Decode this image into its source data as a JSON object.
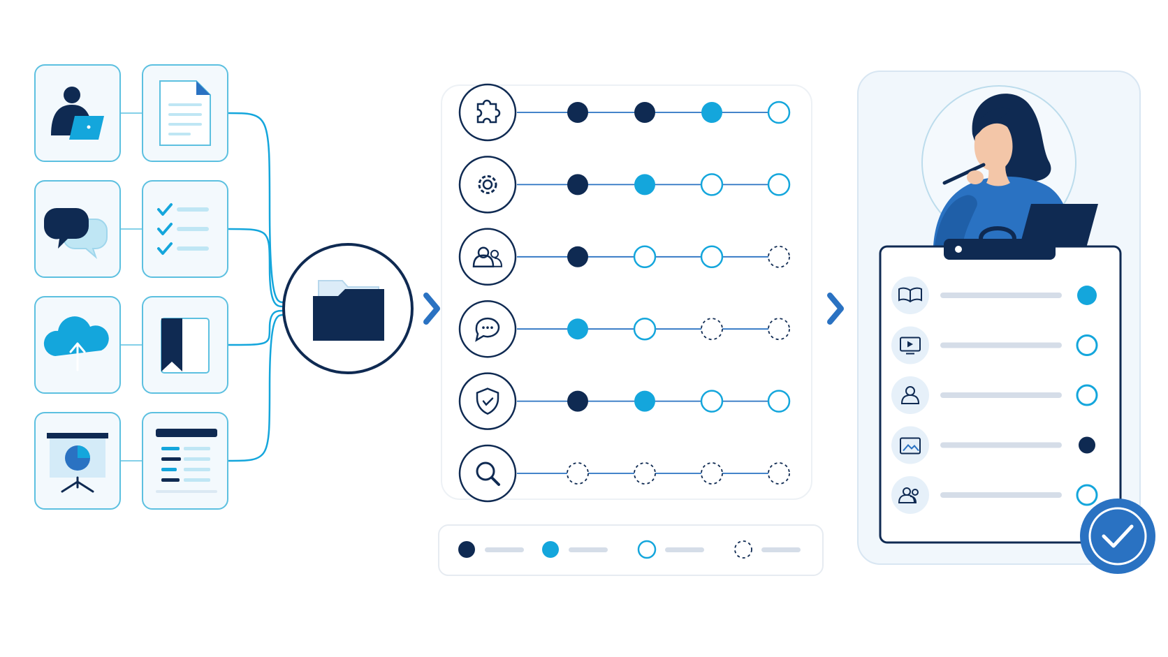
{
  "colors": {
    "navy": "#0f2a52",
    "cyan": "#14a6dc",
    "cyan_light": "#bfe6f4",
    "card_bg": "#f3f9fd",
    "card_stroke": "#5cc0e0",
    "line_gray": "#d5dde8",
    "blue": "#2a72c2"
  },
  "sources": [
    {
      "icon": "person-laptop-icon"
    },
    {
      "icon": "document-icon"
    },
    {
      "icon": "chat-bubbles-icon"
    },
    {
      "icon": "checklist-icon"
    },
    {
      "icon": "cloud-upload-icon"
    },
    {
      "icon": "bookmark-icon"
    },
    {
      "icon": "presentation-board-icon"
    },
    {
      "icon": "text-list-icon"
    }
  ],
  "hub": {
    "icon": "folder-icon"
  },
  "progress_rows": [
    {
      "icon": "puzzle-icon",
      "states": [
        "filled",
        "filled",
        "active",
        "open"
      ]
    },
    {
      "icon": "gear-icon",
      "states": [
        "filled",
        "active",
        "open",
        "open"
      ]
    },
    {
      "icon": "users-icon",
      "states": [
        "filled",
        "open",
        "open",
        "dashed"
      ]
    },
    {
      "icon": "speech-bubble-icon",
      "states": [
        "active",
        "open",
        "dashed",
        "dashed"
      ]
    },
    {
      "icon": "shield-check-icon",
      "states": [
        "filled",
        "active",
        "open",
        "open"
      ]
    },
    {
      "icon": "magnifier-icon",
      "states": [
        "dashed",
        "dashed",
        "dashed",
        "dashed"
      ]
    }
  ],
  "legend": [
    "filled",
    "active",
    "open",
    "dashed"
  ],
  "clipboard_items": [
    {
      "icon": "book-icon",
      "state": "active"
    },
    {
      "icon": "video-icon",
      "state": "open"
    },
    {
      "icon": "user-icon",
      "state": "open"
    },
    {
      "icon": "picture-book-icon",
      "state": "filled"
    },
    {
      "icon": "group-icon",
      "state": "open"
    }
  ],
  "arrows": [
    "chevron-right-icon",
    "chevron-right-icon"
  ],
  "badge": {
    "icon": "check-badge-icon"
  }
}
